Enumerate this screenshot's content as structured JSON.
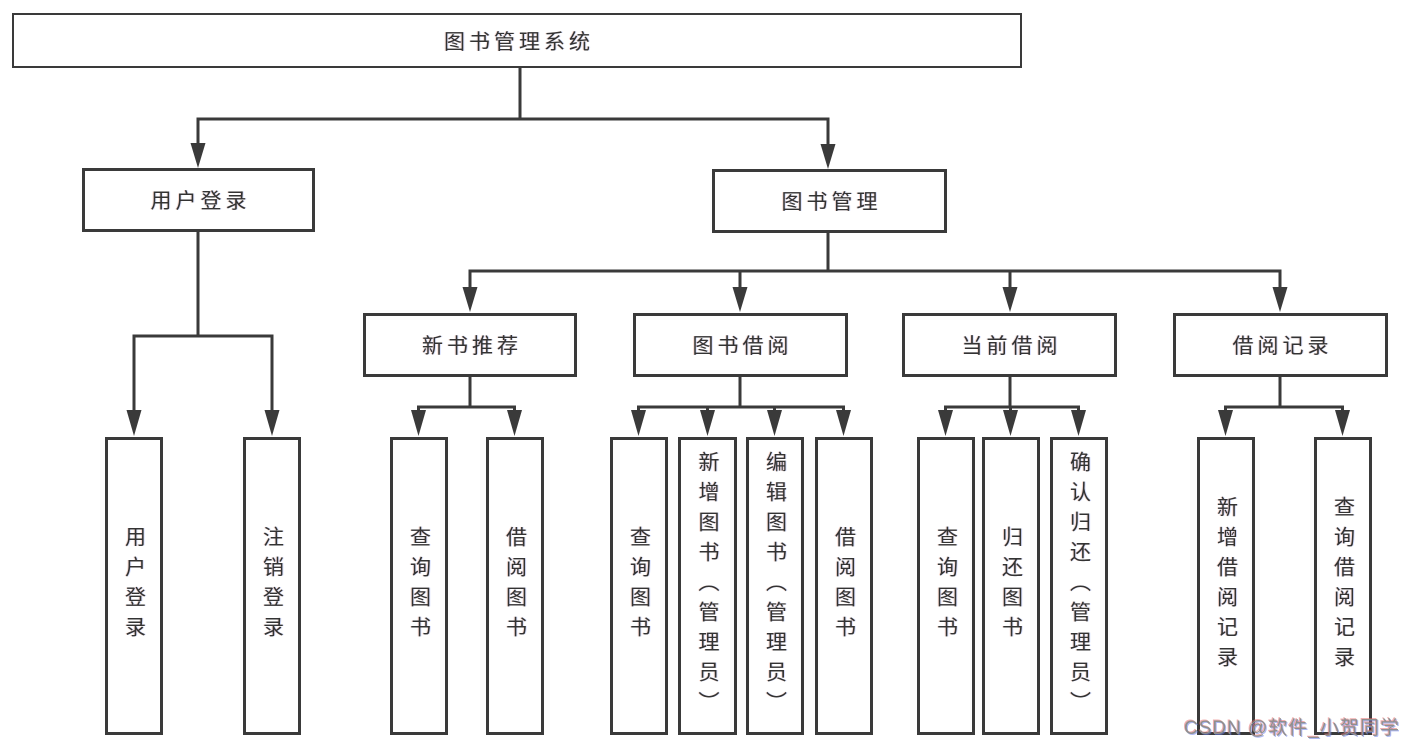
{
  "colors": {
    "background": "#ffffff",
    "line": "#3a3a3a",
    "text": "#333333",
    "watermark": "#8f8f8f"
  },
  "nodes": {
    "root": {
      "label": "图书管理系统"
    },
    "user_login": {
      "label": "用户登录",
      "children": [
        {
          "label": "用户登录"
        },
        {
          "label": "注销登录"
        }
      ]
    },
    "book_mgmt": {
      "label": "图书管理"
    },
    "new_book_rec": {
      "label": "新书推荐",
      "children": [
        {
          "label": "查询图书"
        },
        {
          "label": "借阅图书"
        }
      ]
    },
    "book_borrow": {
      "label": "图书借阅",
      "children": [
        {
          "label": "查询图书"
        },
        {
          "label": "新增图书（管理员）"
        },
        {
          "label": "编辑图书（管理员）"
        },
        {
          "label": "借阅图书"
        }
      ]
    },
    "current_borrow": {
      "label": "当前借阅",
      "children": [
        {
          "label": "查询图书"
        },
        {
          "label": "归还图书"
        },
        {
          "label": "确认归还（管理员）"
        }
      ]
    },
    "borrow_records": {
      "label": "借阅记录",
      "children": [
        {
          "label": "新增借阅记录"
        },
        {
          "label": "查询借阅记录"
        }
      ]
    }
  },
  "watermark": {
    "text": "CSDN @软件_小贺同学"
  }
}
